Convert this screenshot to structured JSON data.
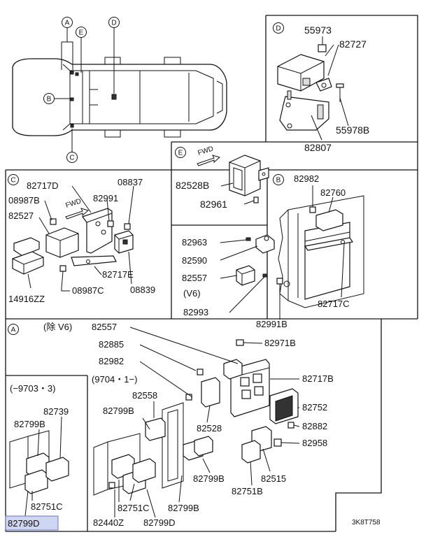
{
  "sections": {
    "A": "A",
    "B": "B",
    "C": "C",
    "D": "D",
    "E": "E"
  },
  "vehicle_labels": [
    "A",
    "E",
    "D",
    "B",
    "C"
  ],
  "section_D": {
    "letter": "D",
    "parts": [
      "55973",
      "82727",
      "55978B",
      "82807"
    ]
  },
  "section_E": {
    "letter": "E",
    "fwd": "FWD",
    "parts": [
      "82528B",
      "82961"
    ]
  },
  "section_C": {
    "letter": "C",
    "fwd": "FWD",
    "parts": [
      "82717D",
      "08837",
      "08987B",
      "82991",
      "82527",
      "82717E",
      "08839",
      "14916ZZ",
      "08987C"
    ]
  },
  "section_B": {
    "letter": "B",
    "parts": [
      "82982",
      "82760",
      "82963",
      "82590",
      "82557",
      "(V6)",
      "82993",
      "82991B",
      "82717C"
    ]
  },
  "section_A": {
    "letter": "A",
    "note_v6": "(除 V6)",
    "parts": [
      "82557",
      "82971B",
      "82885",
      "82982",
      "82717B",
      "82752",
      "82882",
      "82958",
      "82528",
      "82558",
      "82799B",
      "82515",
      "82751B",
      "82799B",
      "82799B",
      "82751C",
      "82440Z",
      "82799D"
    ],
    "range_new": "(9704・1−)",
    "range_old": "(−9703・3)",
    "old_parts": [
      "82739",
      "82799B",
      "82751C",
      "82799D"
    ]
  },
  "figure_code": "3K8T758"
}
